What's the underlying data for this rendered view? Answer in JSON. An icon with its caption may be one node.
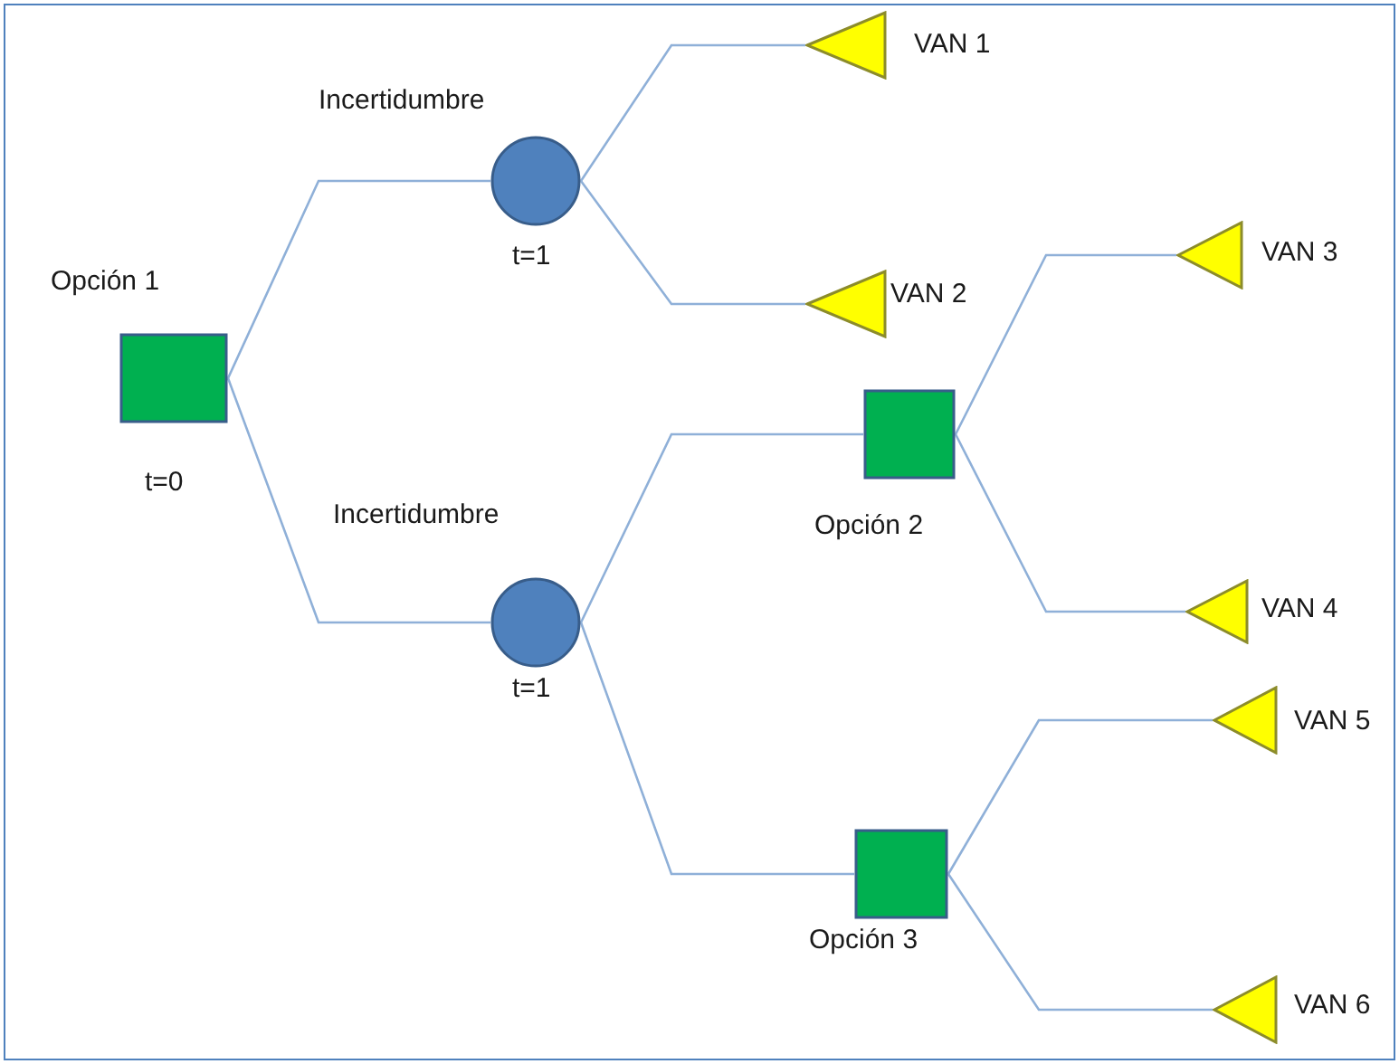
{
  "diagram": {
    "nodes": [
      {
        "text": [],
        "shape": "box",
        "beside": [
          "Opción 1",
          "t=0"
        ]
      },
      {
        "text": [],
        "shape": "circle",
        "beside": [
          "Incertidumbre",
          "t=1"
        ]
      },
      {
        "text": [],
        "shape": "circle",
        "beside": [
          "Incertidumbre",
          "t=1"
        ]
      },
      {
        "text": [],
        "shape": "triangle",
        "beside": [
          "VAN 1"
        ]
      },
      {
        "text": [],
        "shape": "triangle",
        "beside": [
          "VAN 2"
        ]
      },
      {
        "text": [],
        "shape": "box",
        "beside": [
          "Opción 2"
        ]
      },
      {
        "text": [],
        "shape": "box",
        "beside": [
          "Opción 3"
        ]
      },
      {
        "text": [],
        "shape": "triangle",
        "beside": [
          "VAN 3"
        ]
      },
      {
        "text": [],
        "shape": "triangle",
        "beside": [
          "VAN 4"
        ]
      },
      {
        "text": [],
        "shape": "triangle",
        "beside": [
          "VAN 5"
        ]
      },
      {
        "text": [],
        "shape": "triangle",
        "beside": [
          "VAN 6"
        ]
      }
    ],
    "edges": [
      {
        "from": 0,
        "to": 1,
        "arrow": "none"
      },
      {
        "from": 0,
        "to": 2,
        "arrow": "none"
      },
      {
        "from": 1,
        "to": 3,
        "arrow": "none"
      },
      {
        "from": 1,
        "to": 4,
        "arrow": "none"
      },
      {
        "from": 2,
        "to": 5,
        "arrow": "none"
      },
      {
        "from": 2,
        "to": 6,
        "arrow": "none"
      },
      {
        "from": 5,
        "to": 7,
        "arrow": "none"
      },
      {
        "from": 5,
        "to": 8,
        "arrow": "none"
      },
      {
        "from": 6,
        "to": 9,
        "arrow": "none"
      },
      {
        "from": 6,
        "to": 10,
        "arrow": "none"
      }
    ]
  }
}
